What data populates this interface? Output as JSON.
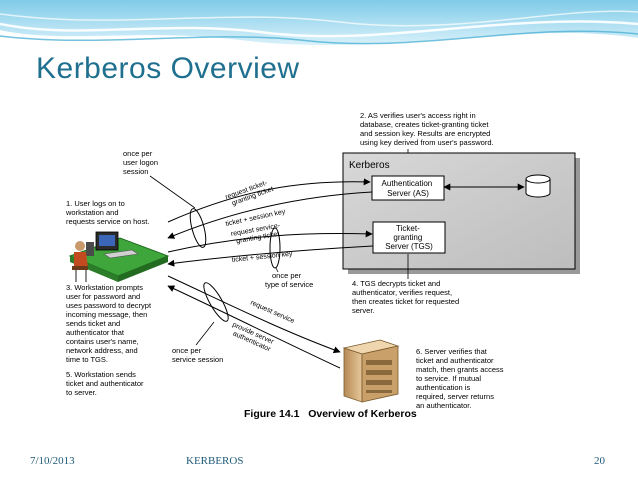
{
  "slide": {
    "title": "Kerberos Overview",
    "footer": {
      "date": "7/10/2013",
      "center": "KERBEROS",
      "page": "20"
    }
  },
  "diagram": {
    "kerberos_label": "Kerberos",
    "as_box": [
      "Authentication",
      "Server (AS)"
    ],
    "tgs_box": [
      "Ticket-",
      "granting",
      "Server (TGS)"
    ],
    "note_as": [
      "2. AS verifies user's access right in",
      "database, creates ticket-granting ticket",
      "and session key. Results are encrypted",
      "using key derived from user's password."
    ],
    "note_logon": [
      "once per",
      "user logon",
      "session"
    ],
    "note_step1": [
      "1. User logs on to",
      "workstation and",
      "requests service on host."
    ],
    "note_step3": [
      "3. Workstation prompts",
      "user for password and",
      "uses password to decrypt",
      "incoming message, then",
      "sends ticket and",
      "authenticator that",
      "contains user's name,",
      "network address, and",
      "time to TGS."
    ],
    "note_type": [
      "once per",
      "type of service"
    ],
    "note_tgs": [
      "4. TGS decrypts ticket and",
      "authenticator, verifies request,",
      "then creates ticket for requested",
      "server."
    ],
    "note_step5": [
      "5. Workstation sends",
      "ticket and authenticator",
      "to server."
    ],
    "note_session": [
      "once per",
      "service session"
    ],
    "note_server": [
      "6. Server verifies that",
      "ticket and authenticator",
      "match, then grants access",
      "to service. If mutual",
      "authentication is",
      "required, server returns",
      "an authenticator."
    ],
    "arrow_labels": {
      "req_tgt": [
        "request ticket-",
        "granting ticket"
      ],
      "ticket_key": "ticket + session key",
      "req_sgt": [
        "request service-",
        "granting ticket"
      ],
      "ticket_key2": "ticket + session key",
      "req_service": "request service",
      "provide_auth": [
        "provide server",
        "authenticator"
      ]
    },
    "figure_caption": "Figure 14.1   Overview of Kerberos"
  }
}
